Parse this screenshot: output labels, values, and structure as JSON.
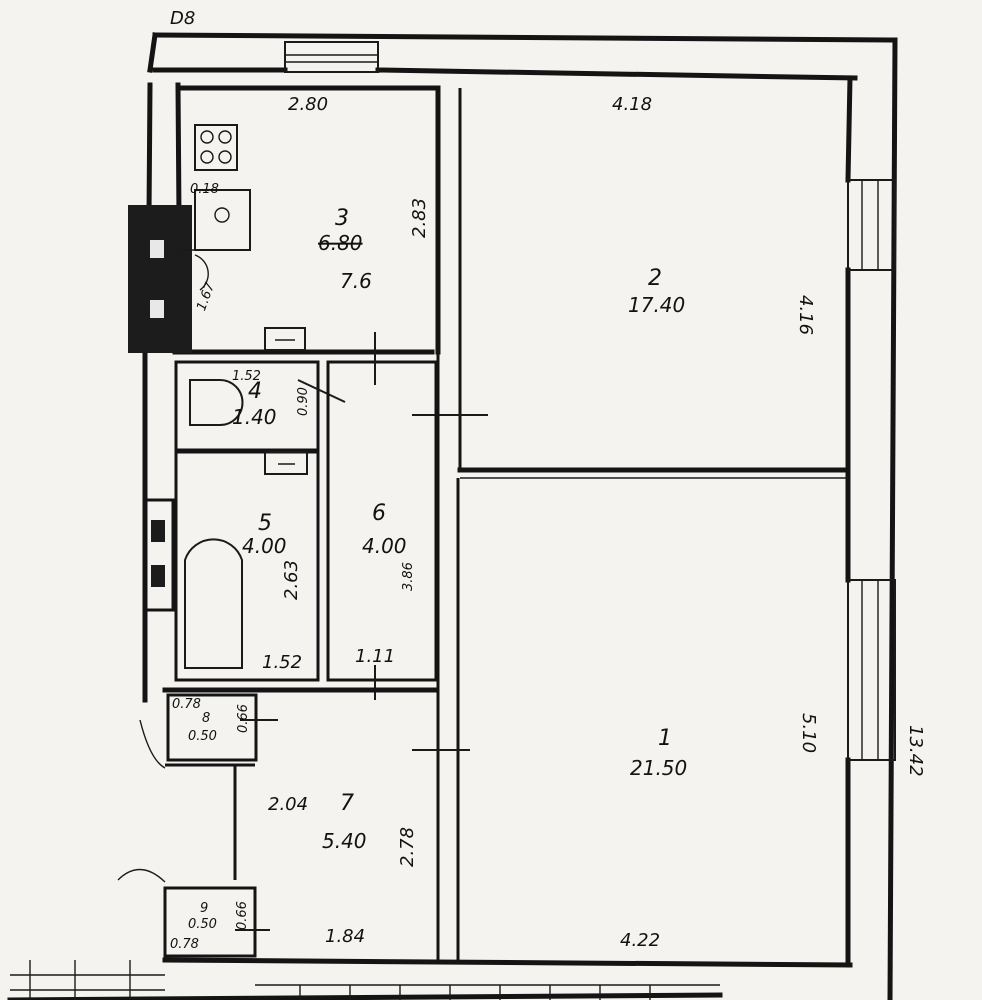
{
  "dimensions": {
    "top_wall": "D8",
    "kitchen_width": "2.80",
    "kitchen_depth": "2.83",
    "kitchen_diag": "1.67",
    "stove_mark": "0.18",
    "room2_width": "4.18",
    "room2_depth": "4.16",
    "wc_width": "1.52",
    "wc_depth": "0.90",
    "bath_depth": "2.63",
    "bath_width": "1.52",
    "closet6_depth": "3.86",
    "closet6_width": "1.11",
    "room1_depth": "5.10",
    "room1_width": "4.22",
    "outer_depth": "13.42",
    "cupboard8_width": "0.78",
    "cupboard8_depth": "0.66",
    "hall_width_top": "2.04",
    "hall_depth": "2.78",
    "hall_width": "1.84",
    "cupboard9_width": "0.78",
    "cupboard9_depth": "0.66"
  },
  "rooms": [
    {
      "number": "1",
      "area": "21.50"
    },
    {
      "number": "2",
      "area": "17.40"
    },
    {
      "number": "3",
      "area": "6.80",
      "area_corrected": "7.6"
    },
    {
      "number": "4",
      "area": "1.40"
    },
    {
      "number": "5",
      "area": "4.00"
    },
    {
      "number": "6",
      "area": "4.00"
    },
    {
      "number": "7",
      "area": "5.40"
    },
    {
      "number": "8",
      "area": "0.50"
    },
    {
      "number": "9",
      "area": "0.50"
    }
  ]
}
